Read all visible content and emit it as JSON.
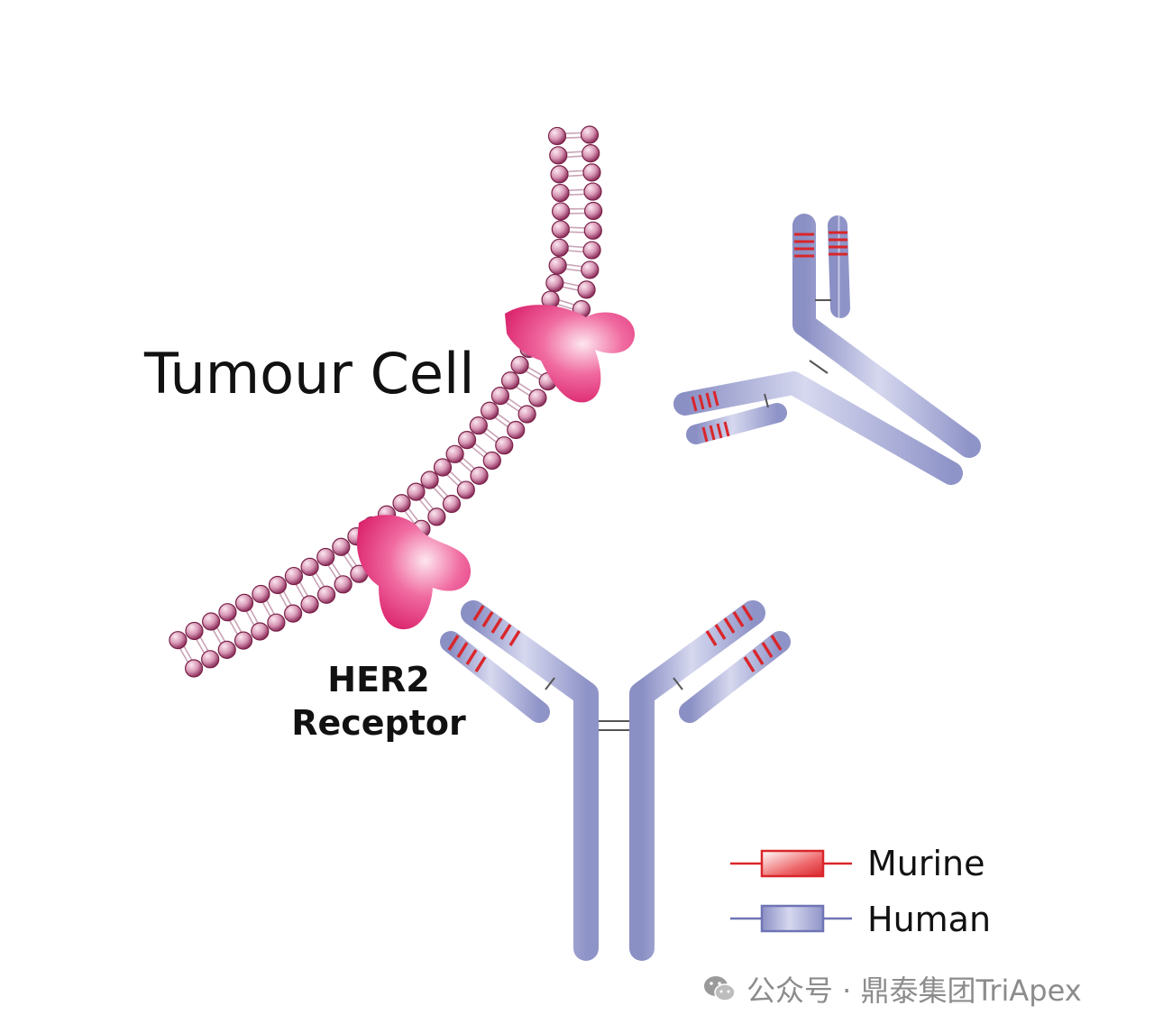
{
  "labels": {
    "tumour_cell": "Tumour Cell",
    "receptor_line1": "HER2",
    "receptor_line2": "Receptor"
  },
  "legend": {
    "murine": "Murine",
    "human": "Human"
  },
  "watermark": {
    "text": "公众号 · 鼎泰集团TriApex"
  },
  "colors": {
    "membrane_bead": "#a3476f",
    "membrane_bead_light": "#f4d9e6",
    "receptor": "#e8337a",
    "antibody_human": "#a9add6",
    "antibody_human_dark": "#8a8fc4",
    "murine_band": "#d9262b",
    "watermark": "#8c8c8c"
  },
  "icons": {
    "watermark_icon": "wechat-icon"
  }
}
